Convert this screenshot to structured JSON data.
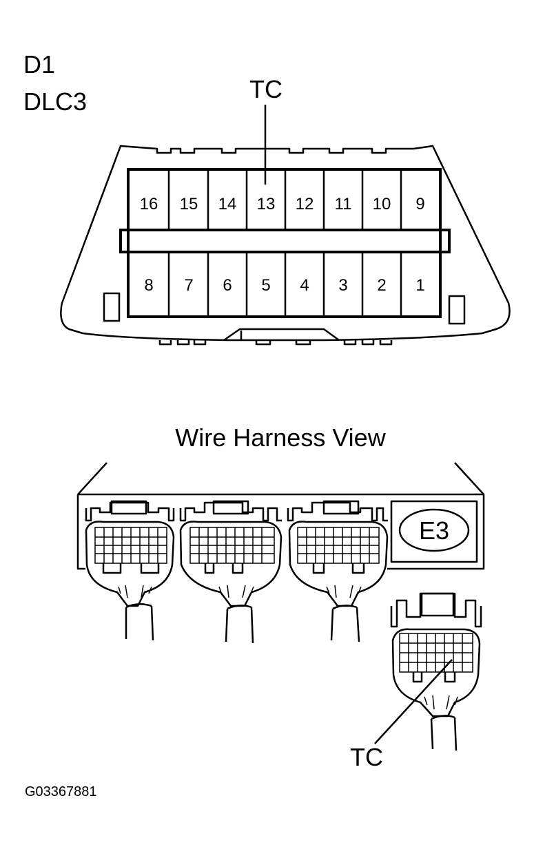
{
  "labels": {
    "connector_id": "D1",
    "connector_name": "DLC3",
    "tc_top": "TC",
    "wire_harness_view": "Wire Harness View",
    "ecu_connector": "E3",
    "tc_bottom": "TC",
    "figure_code": "G03367881"
  },
  "dlc3_pins": {
    "top_row": [
      "16",
      "15",
      "14",
      "13",
      "12",
      "11",
      "10",
      "9"
    ],
    "bottom_row": [
      "8",
      "7",
      "6",
      "5",
      "4",
      "3",
      "2",
      "1"
    ]
  }
}
